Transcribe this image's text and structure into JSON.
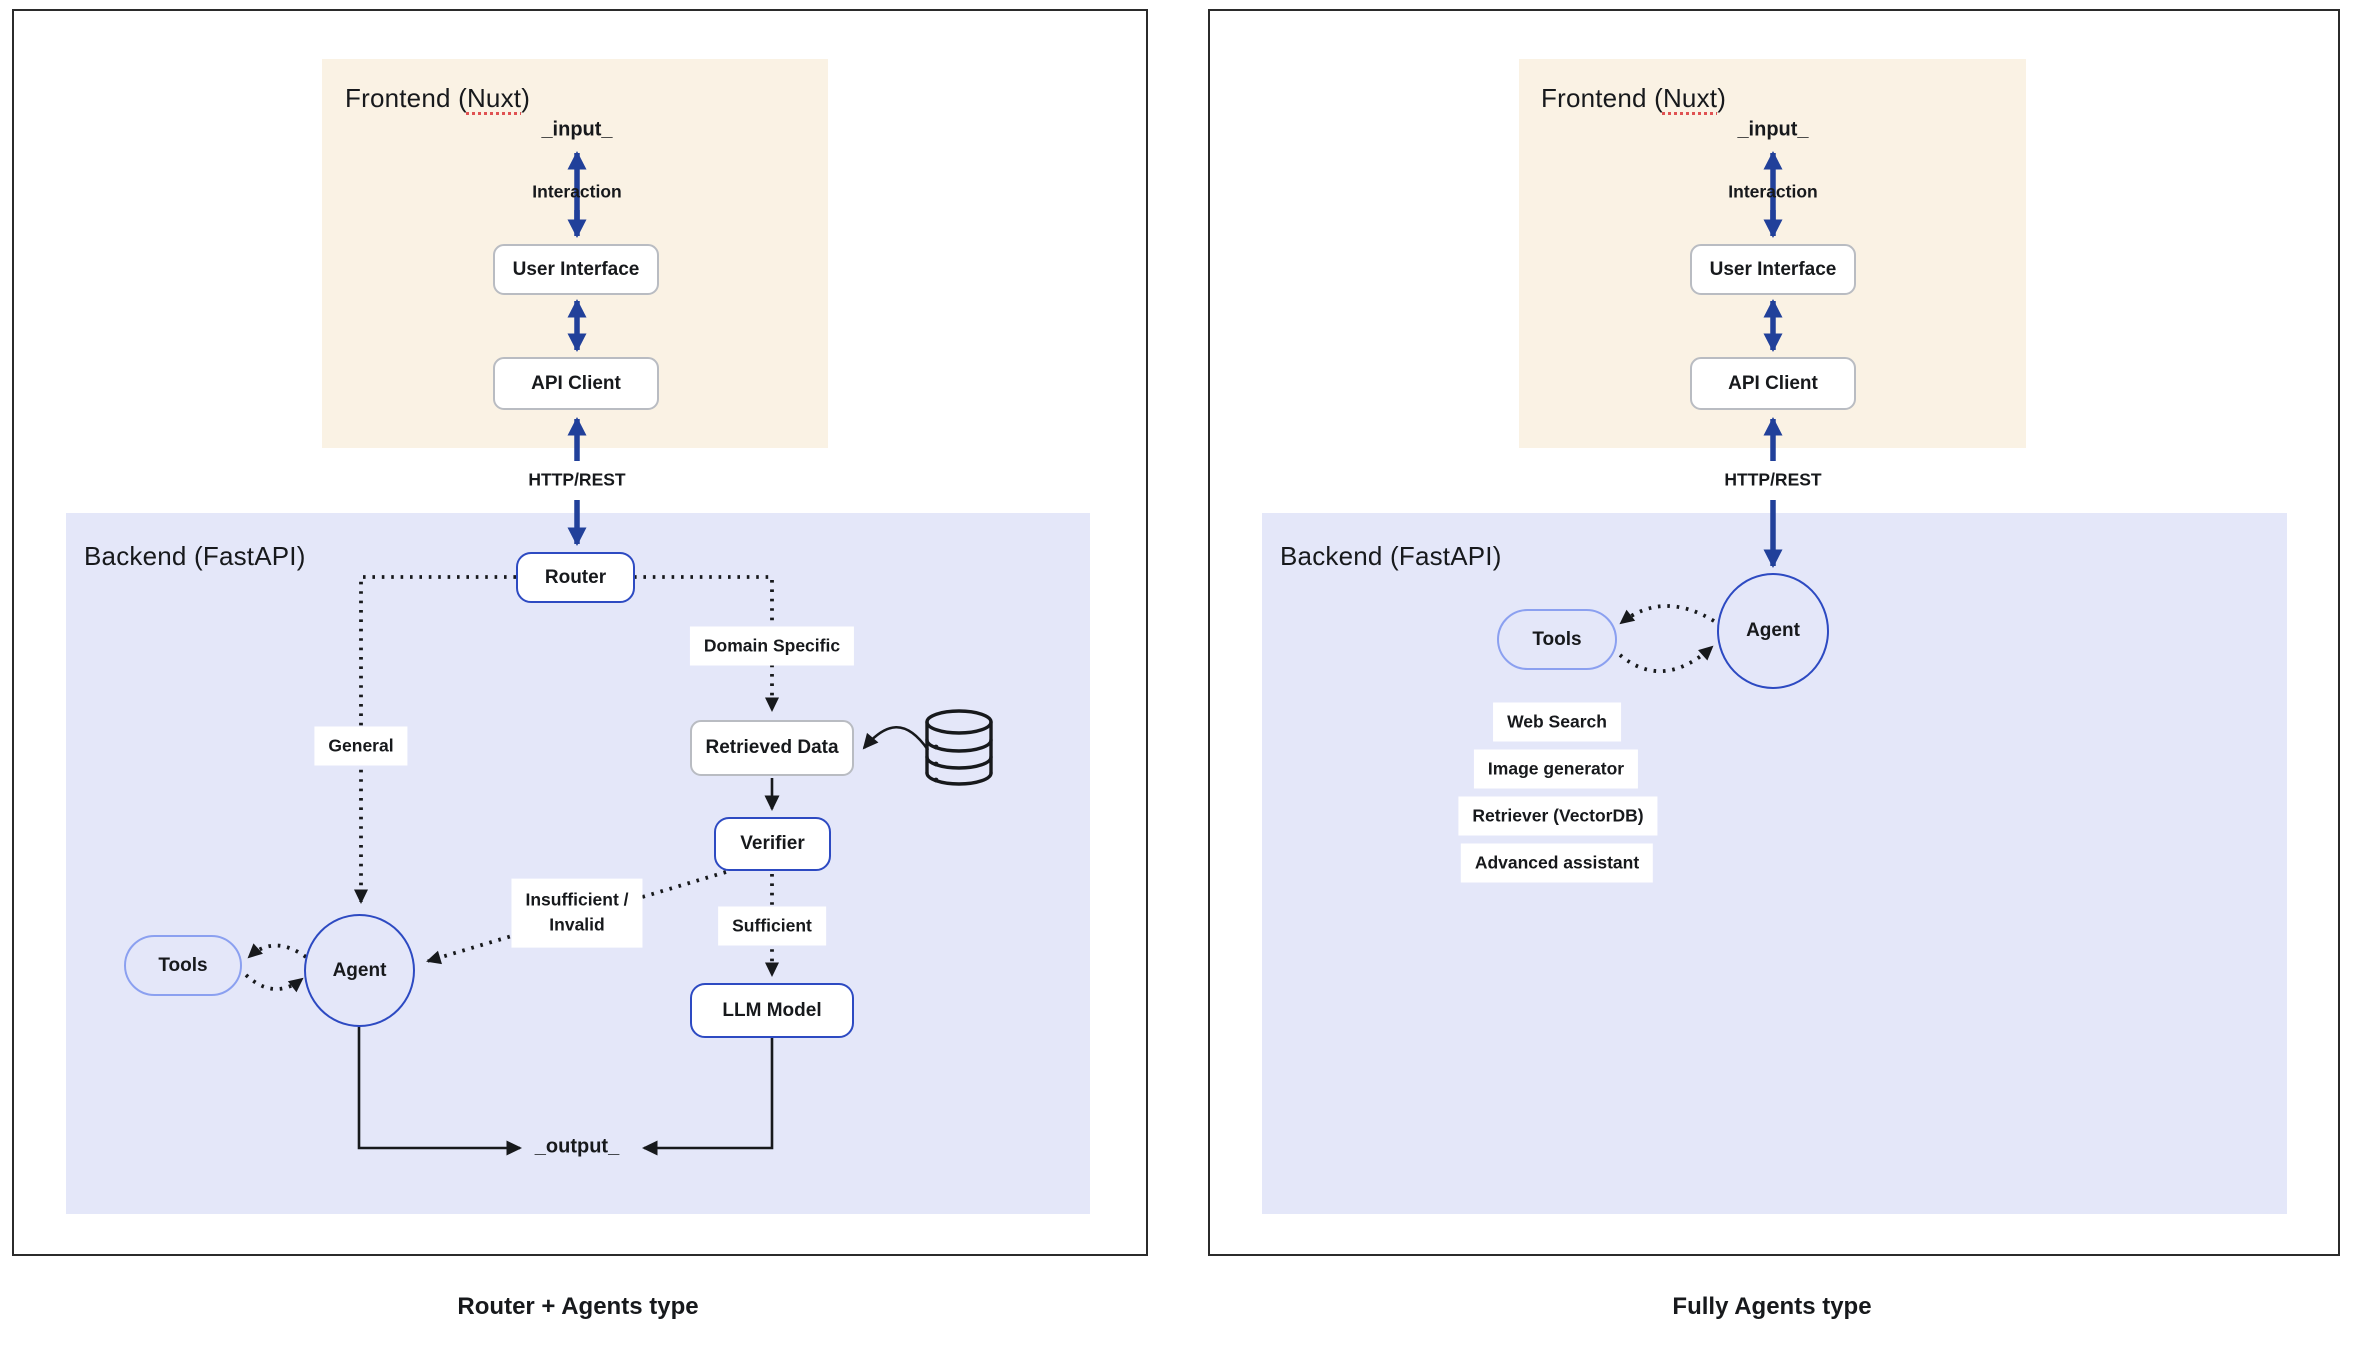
{
  "colors": {
    "frontend_bg": "#faf2e4",
    "backend_bg": "#e4e7f9",
    "arrow_blue": "#21409a",
    "node_border": "#2d4ac2",
    "tools_border": "#8ba0f0",
    "gray_border": "#b9bcc2",
    "ink": "#17191c",
    "spell_red": "#e05252"
  },
  "icons": {
    "database": "database-icon"
  },
  "left": {
    "caption": "Router + Agents type",
    "frontend": {
      "title_prefix": "Frontend (",
      "title_underlined": "Nuxt",
      "title_suffix": ")",
      "input_label": "_input_",
      "interaction_label": "Interaction",
      "user_interface": "User Interface",
      "api_client": "API Client",
      "http_label": "HTTP/REST"
    },
    "backend": {
      "title": "Backend (FastAPI)",
      "router": "Router",
      "general_label": "General",
      "domain_specific_label": "Domain Specific",
      "retrieved_data": "Retrieved Data",
      "verifier": "Verifier",
      "insufficient_line1": "Insufficient /",
      "insufficient_line2": "Invalid",
      "sufficient_label": "Sufficient",
      "llm_model": "LLM Model",
      "agent": "Agent",
      "tools": "Tools",
      "output_label": "_output_"
    }
  },
  "right": {
    "caption": "Fully Agents type",
    "frontend": {
      "title_prefix": "Frontend (",
      "title_underlined": "Nuxt",
      "title_suffix": ")",
      "input_label": "_input_",
      "interaction_label": "Interaction",
      "user_interface": "User Interface",
      "api_client": "API Client",
      "http_label": "HTTP/REST"
    },
    "backend": {
      "title": "Backend (FastAPI)",
      "agent": "Agent",
      "tools": "Tools",
      "tool_labels": [
        "Web Search",
        "Image generator",
        "Retriever (VectorDB)",
        "Advanced assistant"
      ]
    }
  }
}
